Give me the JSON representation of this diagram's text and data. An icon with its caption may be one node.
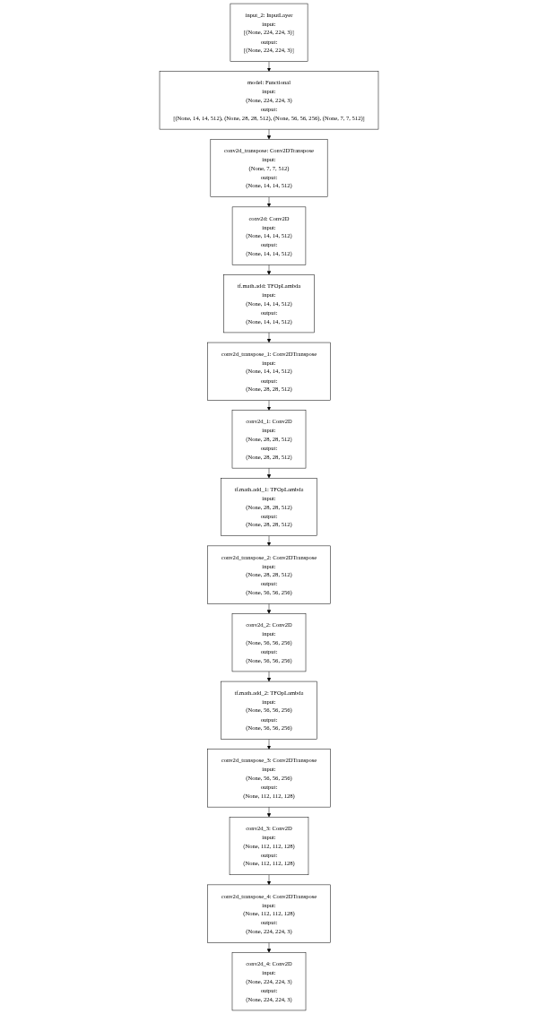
{
  "diagram": {
    "nodes": [
      {
        "text": [
          "input_2: InputLayer",
          "input:",
          "[(None, 224, 224, 3)]",
          "output:",
          "[(None, 224, 224, 3)]"
        ]
      },
      {
        "text": [
          "model: Functional",
          "input:",
          "(None, 224, 224, 3)",
          "output:",
          "[(None, 14, 14, 512), (None, 28, 28, 512), (None, 56, 56, 256), (None, 7, 7, 512)]"
        ]
      },
      {
        "text": [
          "conv2d_transpose: Conv2DTranspose",
          "input:",
          "(None, 7, 7, 512)",
          "output:",
          "(None, 14, 14, 512)"
        ]
      },
      {
        "text": [
          "conv2d: Conv2D",
          "input:",
          "(None, 14, 14, 512)",
          "output:",
          "(None, 14, 14, 512)"
        ]
      },
      {
        "text": [
          "tf.math.add: TFOpLambda",
          "input:",
          "(None, 14, 14, 512)",
          "output:",
          "(None, 14, 14, 512)"
        ]
      },
      {
        "text": [
          "conv2d_transpose_1: Conv2DTranspose",
          "input:",
          "(None, 14, 14, 512)",
          "output:",
          "(None, 28, 28, 512)"
        ]
      },
      {
        "text": [
          "conv2d_1: Conv2D",
          "input:",
          "(None, 28, 28, 512)",
          "output:",
          "(None, 28, 28, 512)"
        ]
      },
      {
        "text": [
          "tf.math.add_1: TFOpLambda",
          "input:",
          "(None, 28, 28, 512)",
          "output:",
          "(None, 28, 28, 512)"
        ]
      },
      {
        "text": [
          "conv2d_transpose_2: Conv2DTranspose",
          "input:",
          "(None, 28, 28, 512)",
          "output:",
          "(None, 56, 56, 256)"
        ]
      },
      {
        "text": [
          "conv2d_2: Conv2D",
          "input:",
          "(None, 56, 56, 256)",
          "output:",
          "(None, 56, 56, 256)"
        ]
      },
      {
        "text": [
          "tf.math.add_2: TFOpLambda",
          "input:",
          "(None, 56, 56, 256)",
          "output:",
          "(None, 56, 56, 256)"
        ]
      },
      {
        "text": [
          "conv2d_transpose_3: Conv2DTranspose",
          "input:",
          "(None, 56, 56, 256)",
          "output:",
          "(None, 112, 112, 128)"
        ]
      },
      {
        "text": [
          "conv2d_3: Conv2D",
          "input:",
          "(None, 112, 112, 128)",
          "output:",
          "(None, 112, 112, 128)"
        ]
      },
      {
        "text": [
          "conv2d_transpose_4: Conv2DTranspose",
          "input:",
          "(None, 112, 112, 128)",
          "output:",
          "(None, 224, 224, 3)"
        ]
      },
      {
        "text": [
          "conv2d_4: Conv2D",
          "input:",
          "(None, 224, 224, 3)",
          "output:",
          "(None, 224, 224, 3)"
        ]
      }
    ],
    "edges": [
      {
        "from": 0,
        "to": 1,
        "arrow": "to"
      },
      {
        "from": 1,
        "to": 2,
        "arrow": "to"
      },
      {
        "from": 2,
        "to": 3,
        "arrow": "to"
      },
      {
        "from": 3,
        "to": 4,
        "arrow": "to"
      },
      {
        "from": 4,
        "to": 5,
        "arrow": "to"
      },
      {
        "from": 5,
        "to": 6,
        "arrow": "to"
      },
      {
        "from": 6,
        "to": 7,
        "arrow": "to"
      },
      {
        "from": 7,
        "to": 8,
        "arrow": "to"
      },
      {
        "from": 8,
        "to": 9,
        "arrow": "to"
      },
      {
        "from": 9,
        "to": 10,
        "arrow": "to"
      },
      {
        "from": 10,
        "to": 11,
        "arrow": "to"
      },
      {
        "from": 11,
        "to": 12,
        "arrow": "to"
      },
      {
        "from": 12,
        "to": 13,
        "arrow": "to"
      },
      {
        "from": 13,
        "to": 14,
        "arrow": "to"
      }
    ]
  }
}
